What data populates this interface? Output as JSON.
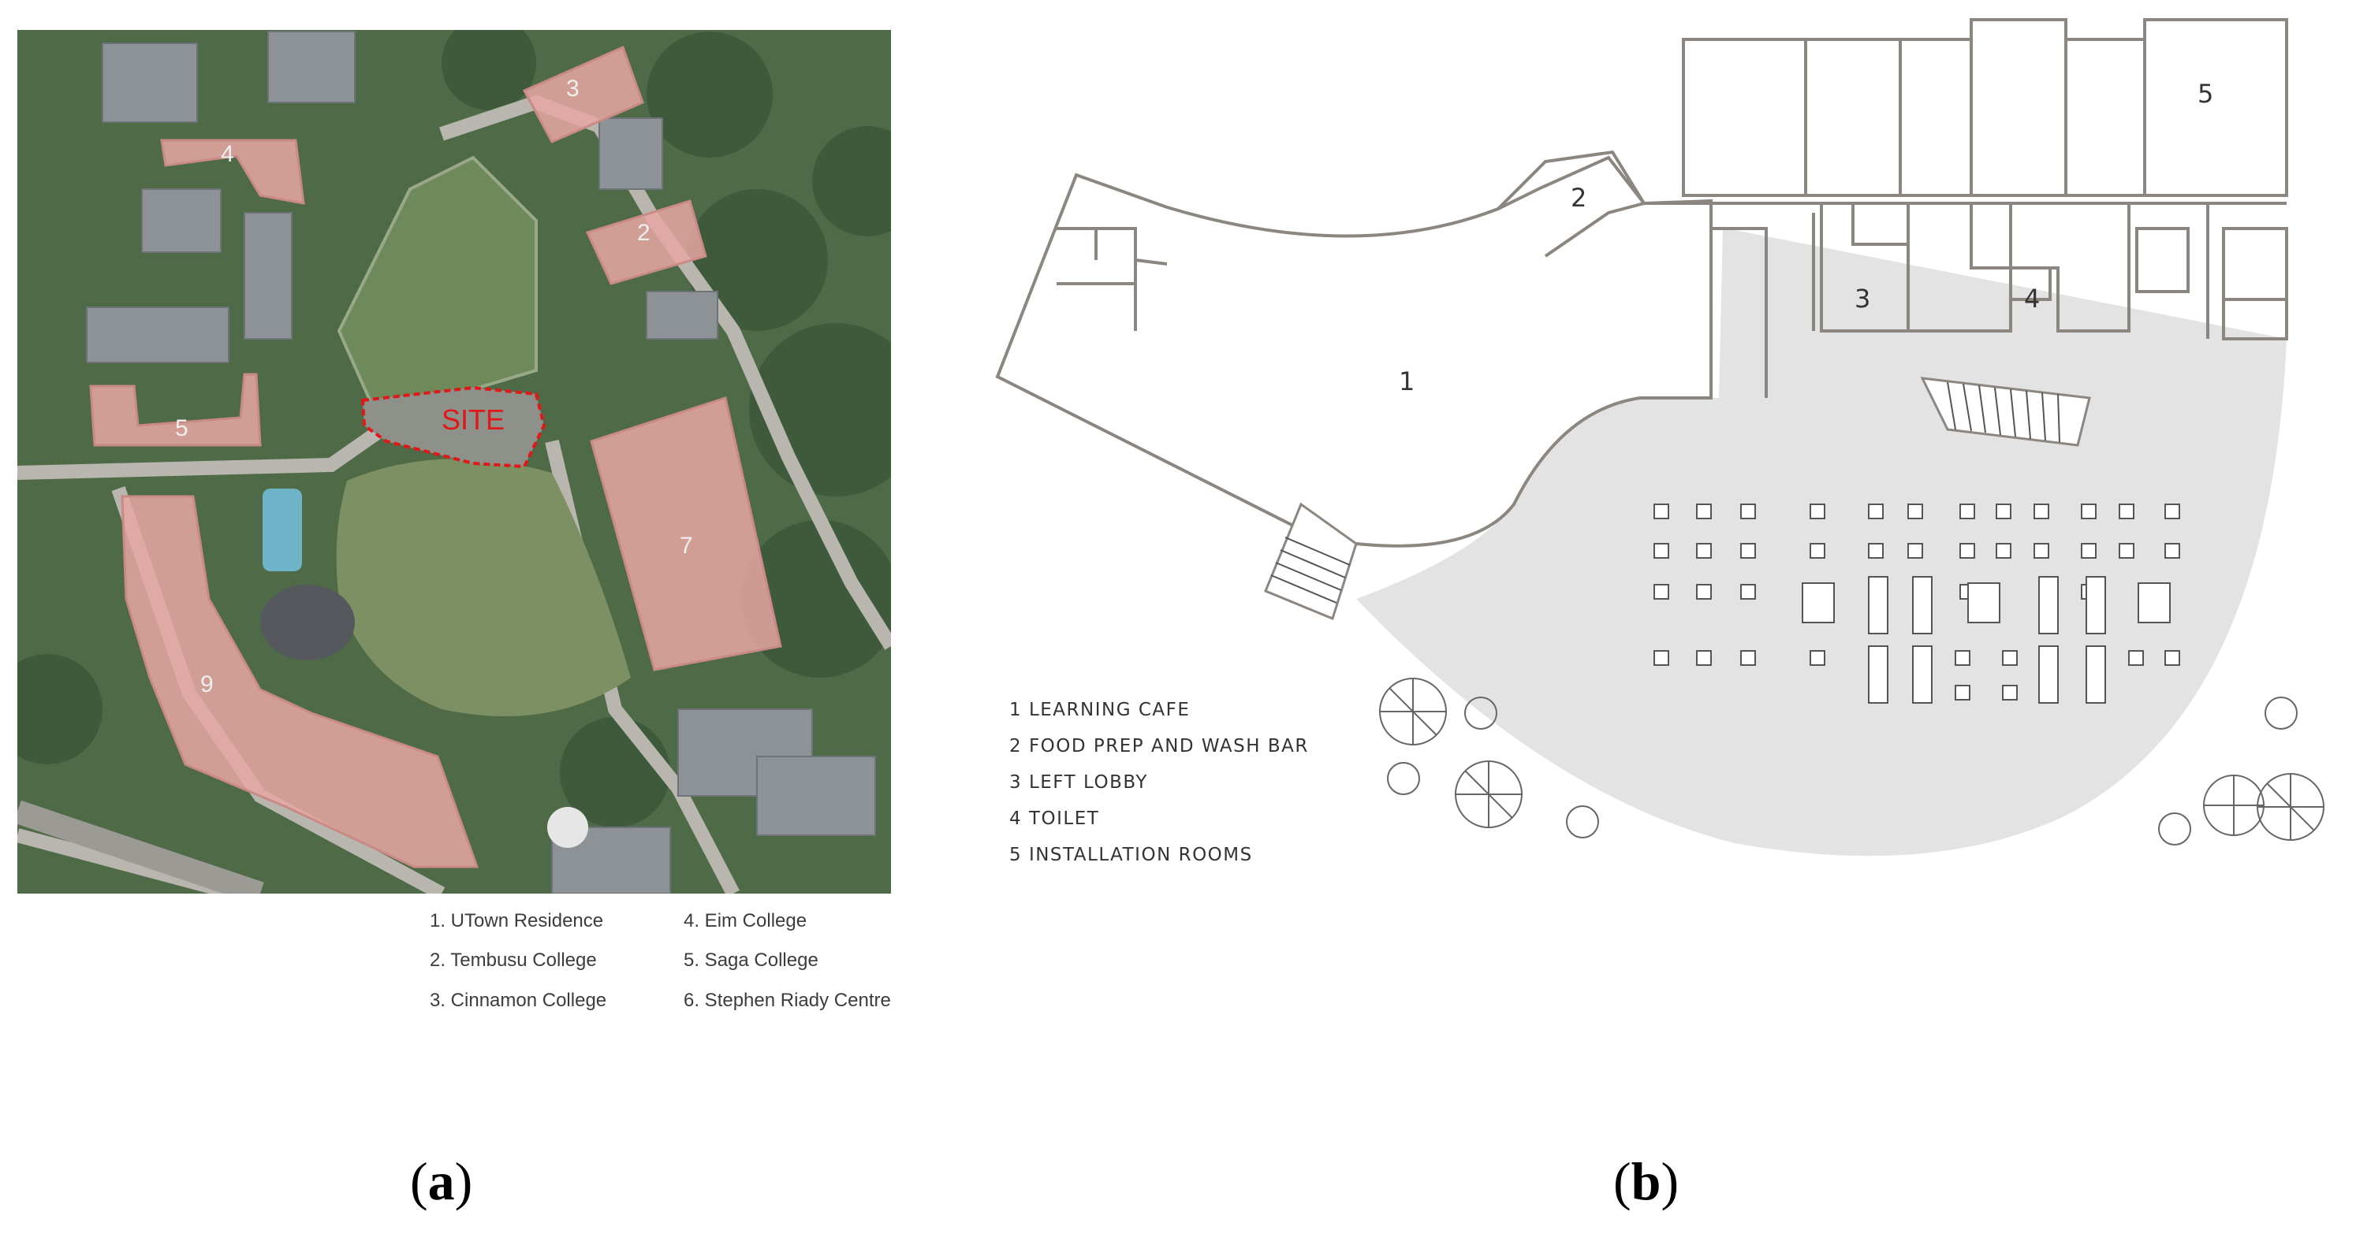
{
  "panel_a": {
    "site_label": "SITE",
    "map_numbers": [
      "3",
      "4",
      "2",
      "5",
      "7",
      "9"
    ],
    "legend": [
      "1. UTown Residence",
      "2. Tembusu College",
      "3. Cinnamon College",
      "4. Eim College",
      "5. Saga College",
      "6. Stephen Riady Centre"
    ],
    "caption_open": "(",
    "caption_letter": "a",
    "caption_close": ")"
  },
  "panel_b": {
    "room_numbers": [
      "1",
      "2",
      "3",
      "4",
      "5"
    ],
    "legend": [
      "1 LEARNING CAFE",
      "2 FOOD PREP AND WASH BAR",
      "3 LEFT LOBBY",
      "4 TOILET",
      "5 INSTALLATION ROOMS"
    ],
    "caption_open": "(",
    "caption_letter": "b",
    "caption_close": ")"
  },
  "colors": {
    "vegetation": "#4f6a46",
    "highlight": "#e8a7a3",
    "site_outline": "#e01818",
    "plan_wall": "#8b8680",
    "plan_floor": "#e3e3e3"
  }
}
